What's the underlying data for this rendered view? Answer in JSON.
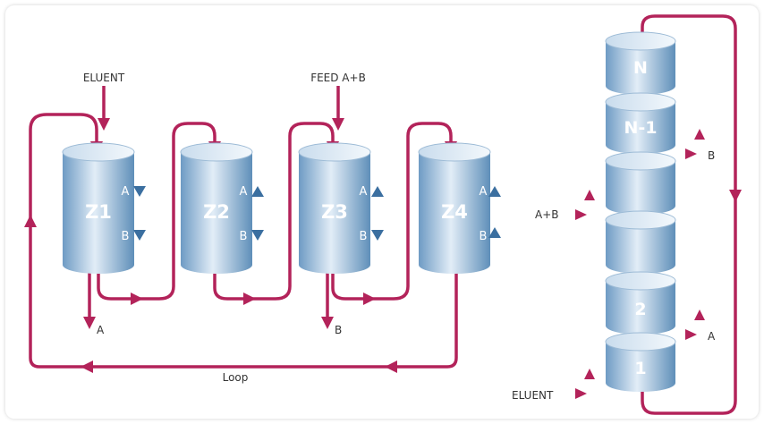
{
  "colors": {
    "flow": "#b3235a",
    "column_dark": "#5f8fb9",
    "column_light": "#e2edf7",
    "marker": "#3b6fa0"
  },
  "left": {
    "eluent_label": "ELUENT",
    "feed_label": "FEED A+B",
    "loop_label": "Loop",
    "outlet_a_label": "A",
    "outlet_b_label": "B",
    "zones": [
      {
        "label": "Z1",
        "marks": [
          {
            "letter": "A",
            "dir": "down"
          },
          {
            "letter": "B",
            "dir": "down"
          }
        ]
      },
      {
        "label": "Z2",
        "marks": [
          {
            "letter": "A",
            "dir": "up"
          },
          {
            "letter": "B",
            "dir": "down"
          }
        ]
      },
      {
        "label": "Z3",
        "marks": [
          {
            "letter": "A",
            "dir": "up"
          },
          {
            "letter": "B",
            "dir": "down"
          }
        ]
      },
      {
        "label": "Z4",
        "marks": [
          {
            "letter": "A",
            "dir": "up"
          },
          {
            "letter": "B",
            "dir": "up"
          }
        ]
      }
    ]
  },
  "right": {
    "cells": [
      "N",
      "N-1",
      "",
      "",
      "2",
      "1"
    ],
    "b_label": "B",
    "ab_label": "A+B",
    "a_label": "A",
    "eluent_label": "ELUENT"
  }
}
